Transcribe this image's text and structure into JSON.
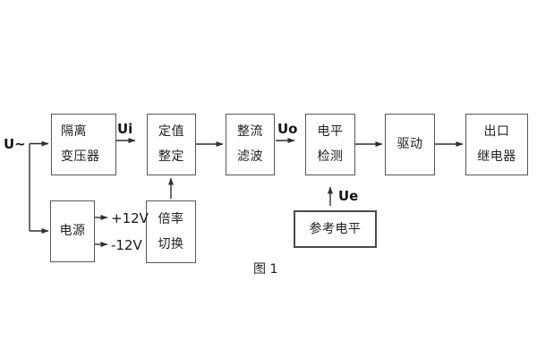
{
  "colors": {
    "background": "#ffffff",
    "box_border": "#575757",
    "reference_box_border": "#4a4a4a",
    "wire": "#2f2f2f",
    "text": "#1e1e1e"
  },
  "diagram": {
    "caption": "图 1",
    "source_label": "U~",
    "signals": {
      "ui": "Ui",
      "uo": "Uo",
      "ue": "Ue"
    },
    "power_outputs": {
      "positive": "+12V",
      "negative": "-12V"
    },
    "blocks": {
      "isolation_transformer": {
        "line1": "隔离",
        "line2": "变压器"
      },
      "setting_adjust": {
        "line1": "定值",
        "line2": "整定"
      },
      "rectifier_filter": {
        "line1": "整流",
        "line2": "滤波"
      },
      "level_detector": {
        "line1": "电平",
        "line2": "检测"
      },
      "driver": {
        "line1": "驱动"
      },
      "output_relay": {
        "line1": "出口",
        "line2": "继电器"
      },
      "power_supply": {
        "line1": "电源"
      },
      "ratio_switch": {
        "line1": "倍率",
        "line2": "切换"
      },
      "reference_level": {
        "line1": "参考电平"
      }
    }
  }
}
